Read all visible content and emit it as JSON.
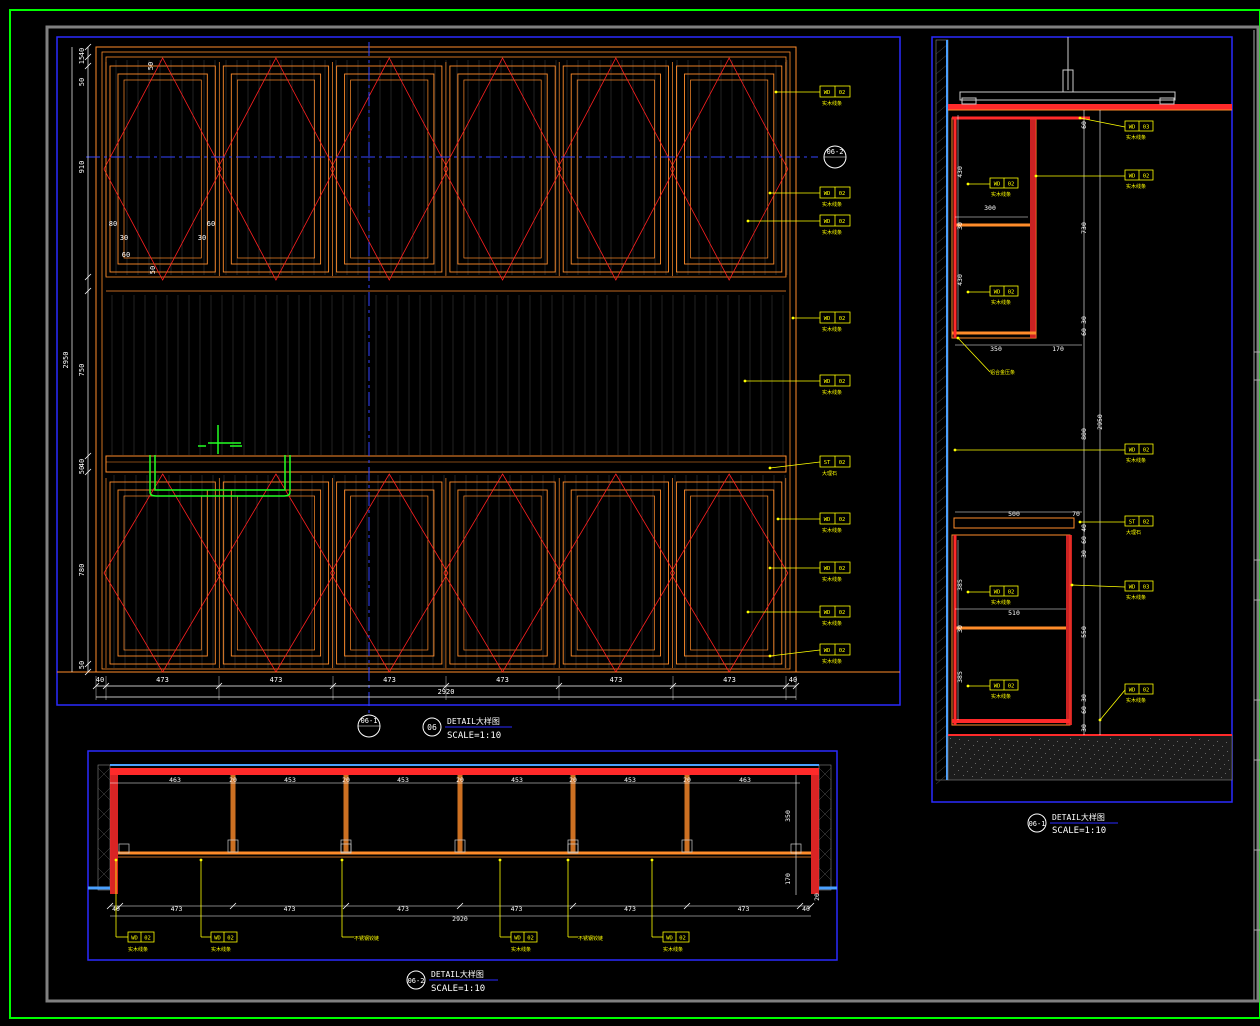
{
  "colors": {
    "background": "#000000",
    "frame_outer": "#00ff00",
    "frame_inner": "#808080",
    "viewport": "#2a2aff",
    "cabinet": "#ff8c2a",
    "diagonal": "#ff2020",
    "dimension": "#ffffff",
    "leader": "#ffff00",
    "tag_text": "#ffff00",
    "centerline": "#3344ff",
    "sink": "#22ff22",
    "section_fill": "#ff2a2a"
  },
  "elevation": {
    "title": "DETAIL大样图",
    "scale": "SCALE=1:10",
    "code": "06",
    "bottom_ref": "06-1",
    "side_ref": "06-2",
    "dims_h": [
      "40",
      "473",
      "473",
      "473",
      "473",
      "473",
      "473",
      "40"
    ],
    "dim_total": "2920",
    "dims_v": [
      "40",
      "15",
      "50",
      "910",
      "750",
      "40",
      "50",
      "780",
      "50",
      "2950"
    ],
    "dims_cab": [
      "50",
      "60",
      "80",
      "30",
      "30",
      "60",
      "50"
    ],
    "tags": [
      {
        "code": "WD",
        "num": "02",
        "note": "实木线条"
      },
      {
        "code": "WD",
        "num": "02",
        "note": "实木线条"
      },
      {
        "code": "WD",
        "num": "02",
        "note": "实木线条"
      },
      {
        "code": "WD",
        "num": "02",
        "note": "实木线条"
      },
      {
        "code": "WD",
        "num": "02",
        "note": "实木线条"
      },
      {
        "code": "ST",
        "num": "02",
        "note": "大理石"
      },
      {
        "code": "WD",
        "num": "02",
        "note": "实木线条"
      },
      {
        "code": "WD",
        "num": "02",
        "note": "实木线条"
      },
      {
        "code": "WD",
        "num": "02",
        "note": "实木线条"
      },
      {
        "code": "WD",
        "num": "02",
        "note": "实木线条"
      }
    ]
  },
  "plan": {
    "title": "DETAIL大样图",
    "scale": "SCALE=1:10",
    "code": "06-2",
    "dims_top": [
      "463",
      "20",
      "453",
      "20",
      "453",
      "20",
      "453",
      "20",
      "453",
      "20",
      "463"
    ],
    "dims_bottom": [
      "40",
      "473",
      "473",
      "473",
      "473",
      "473",
      "473",
      "40"
    ],
    "dim_total": "2920",
    "dims_side": [
      "350",
      "170",
      "20"
    ],
    "notes": [
      {
        "code": "WD",
        "num": "02",
        "note": "实木线条"
      },
      {
        "code": "WD",
        "num": "02",
        "note": "实木线条"
      },
      {
        "code": "",
        "num": "",
        "note": "不锈钢铰链"
      },
      {
        "code": "WD",
        "num": "02",
        "note": "实木线条"
      },
      {
        "code": "",
        "num": "",
        "note": "不锈钢铰链"
      },
      {
        "code": "WD",
        "num": "02",
        "note": "实木线条"
      }
    ]
  },
  "section": {
    "title": "DETAIL大样图",
    "scale": "SCALE=1:10",
    "code": "06-1",
    "dims": [
      "60",
      "430",
      "300",
      "30",
      "430",
      "730",
      "60",
      "30",
      "350",
      "170",
      "800",
      "2950",
      "500",
      "70",
      "30",
      "60",
      "40",
      "385",
      "510",
      "30",
      "550",
      "385",
      "60",
      "30",
      "30"
    ],
    "tags": [
      {
        "code": "WD",
        "num": "03",
        "note": "实木线条"
      },
      {
        "code": "WD",
        "num": "02",
        "note": "实木线条"
      },
      {
        "code": "WD",
        "num": "02",
        "note": "实木线条"
      },
      {
        "code": "WD",
        "num": "02",
        "note": "实木线条"
      },
      {
        "code": "",
        "num": "",
        "note": "铝合金压条"
      },
      {
        "code": "WD",
        "num": "02",
        "note": "实木线条"
      },
      {
        "code": "ST",
        "num": "02",
        "note": "大理石"
      },
      {
        "code": "WD",
        "num": "03",
        "note": "实木线条"
      },
      {
        "code": "WD",
        "num": "02",
        "note": "实木线条"
      },
      {
        "code": "WD",
        "num": "02",
        "note": "实木线条"
      },
      {
        "code": "WD",
        "num": "02",
        "note": "实木线条"
      }
    ]
  }
}
